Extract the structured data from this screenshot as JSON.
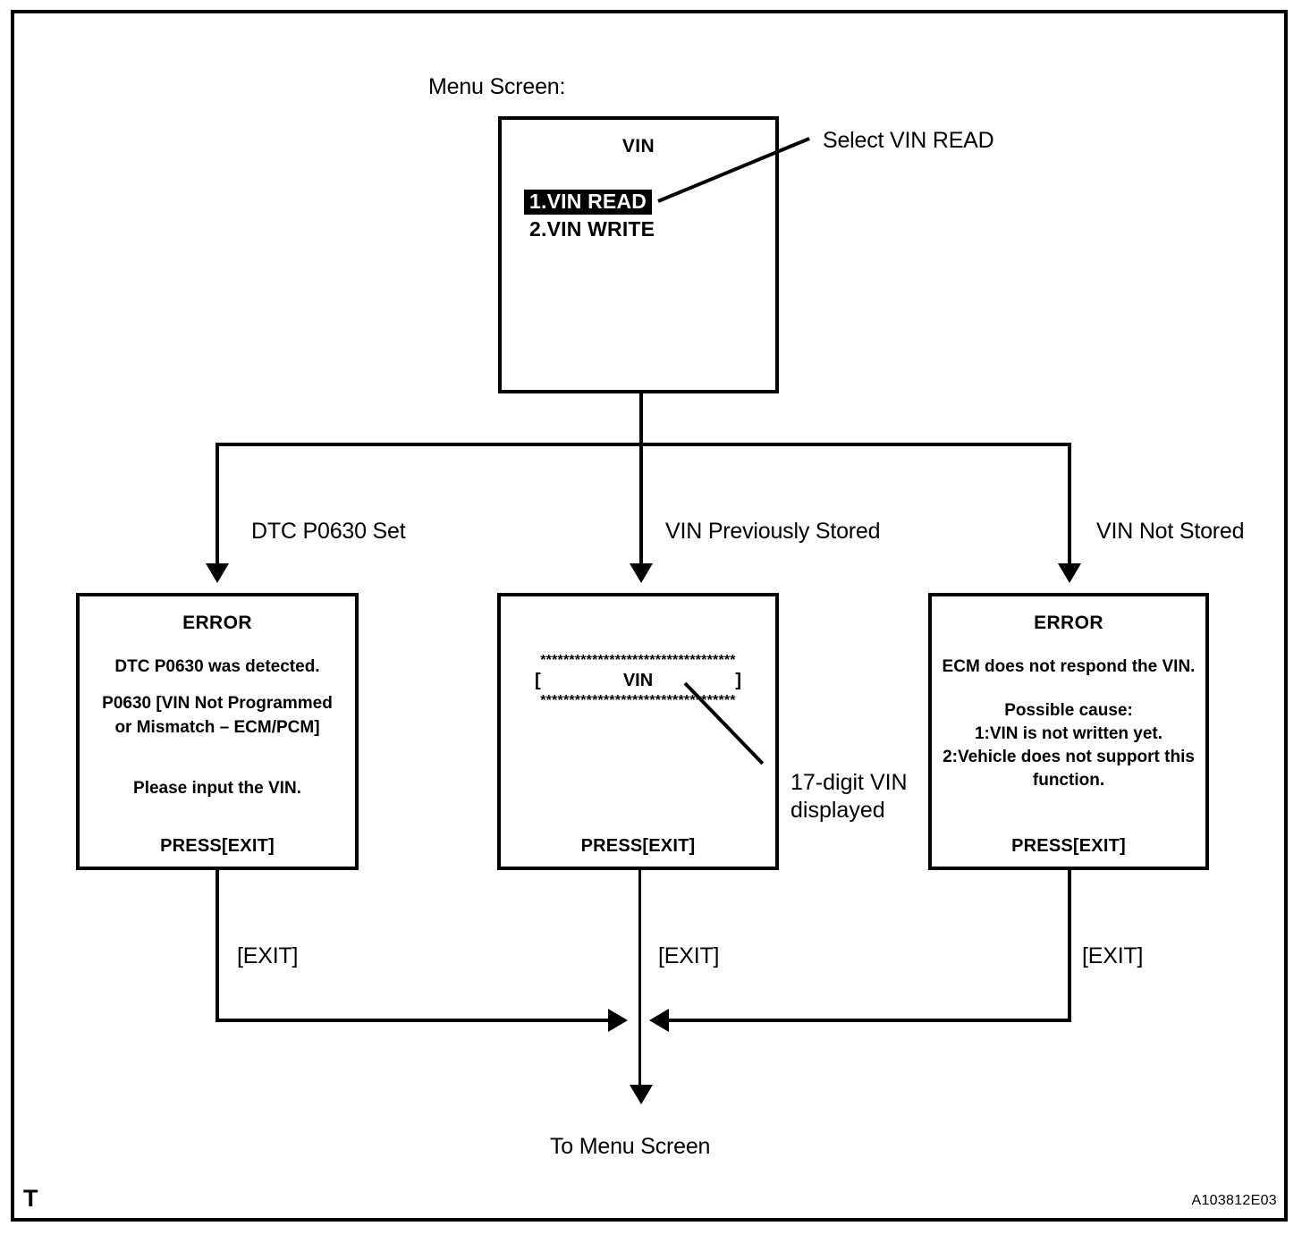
{
  "document": {
    "corner_mark": "T",
    "figure_code": "A103812E03"
  },
  "captions": {
    "menu_screen": "Menu Screen:",
    "select_vin_read": "Select VIN READ",
    "vin_callout_line1": "17-digit VIN",
    "vin_callout_line2": "displayed",
    "to_menu_screen": "To Menu Screen"
  },
  "branches": [
    {
      "label": "DTC P0630 Set"
    },
    {
      "label": "VIN Previously Stored"
    },
    {
      "label": "VIN Not Stored"
    }
  ],
  "exit_labels": {
    "left": "[EXIT]",
    "center": "[EXIT]",
    "right": "[EXIT]"
  },
  "menu_screen": {
    "title": "VIN",
    "items": [
      {
        "label": "1.VIN READ",
        "selected": true
      },
      {
        "label": "2.VIN WRITE",
        "selected": false
      }
    ]
  },
  "error_screen_left": {
    "title": "ERROR",
    "line1": "DTC P0630 was detected.",
    "line2": "P0630  [VIN Not Programmed",
    "line3": "or Mismatch – ECM/PCM]",
    "line4": "Please input the VIN.",
    "press": "PRESS[EXIT]"
  },
  "vin_screen": {
    "stars_top": "**********************************",
    "bracket_open": "[",
    "vin_label": "VIN",
    "bracket_close": "]",
    "stars_bottom": "**********************************",
    "press": "PRESS[EXIT]"
  },
  "error_screen_right": {
    "title": "ERROR",
    "line1": "ECM does not respond the VIN.",
    "line2": "Possible cause:",
    "line3": "1:VIN is not written yet.",
    "line4": "2:Vehicle does not support this",
    "line5": "function.",
    "press": "PRESS[EXIT]"
  },
  "colors": {
    "ink": "#000000",
    "paper": "#ffffff",
    "highlight_bg": "#000000",
    "highlight_fg": "#ffffff"
  }
}
